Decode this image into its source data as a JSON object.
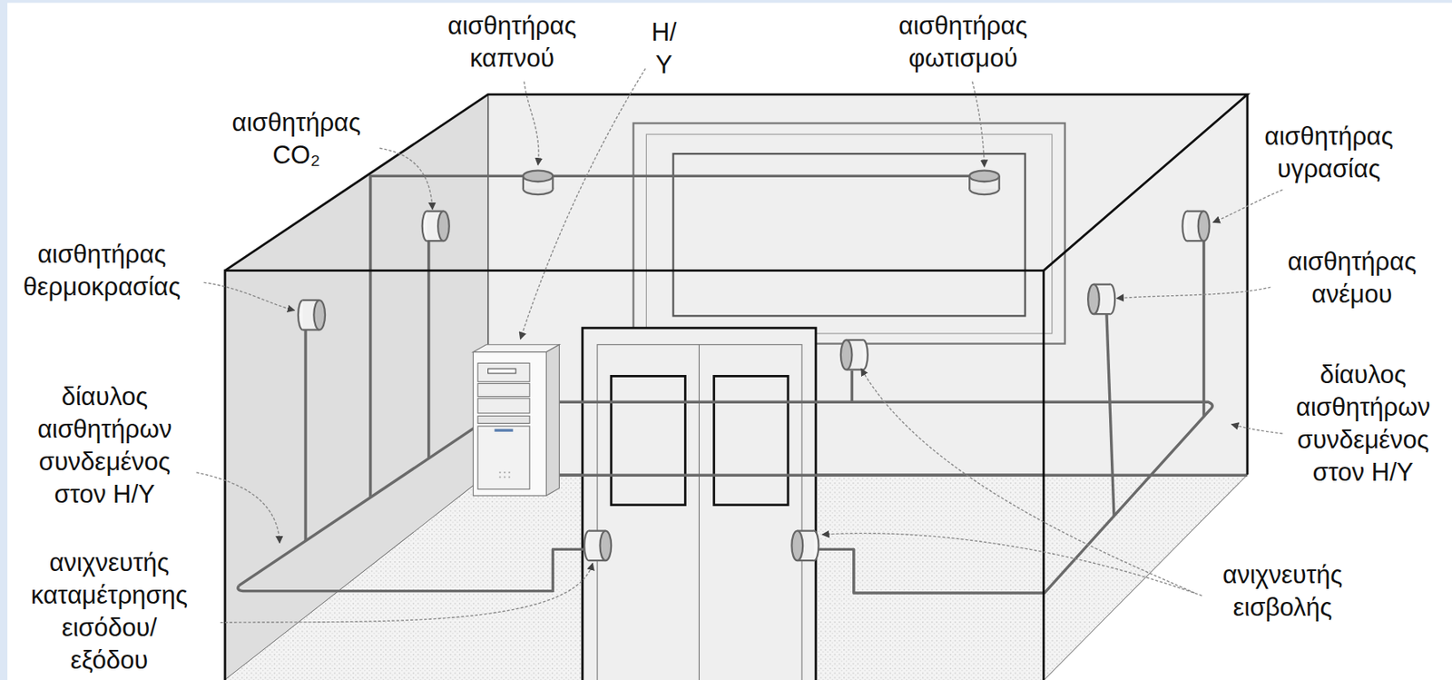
{
  "diagram": {
    "labels": [
      "αισθητήρας καπνού",
      "Η/Υ",
      "αισθητήρας φωτισμού",
      "αισθητήρας CO₂",
      "αισθητήρας υγρασίας",
      "αισθητήρας θερμοκρασίας",
      "αισθητήρας ανέμου",
      "δίαυλος αισθητήρων συνδεμένος στον Η/Υ",
      "δίαυλος αισθητήρων συνδεμένος στον Η/Υ",
      "ανιχνευτής καταμέτρησης εισόδου/εξόδου",
      "ανιχνευτής εισβολής"
    ]
  }
}
